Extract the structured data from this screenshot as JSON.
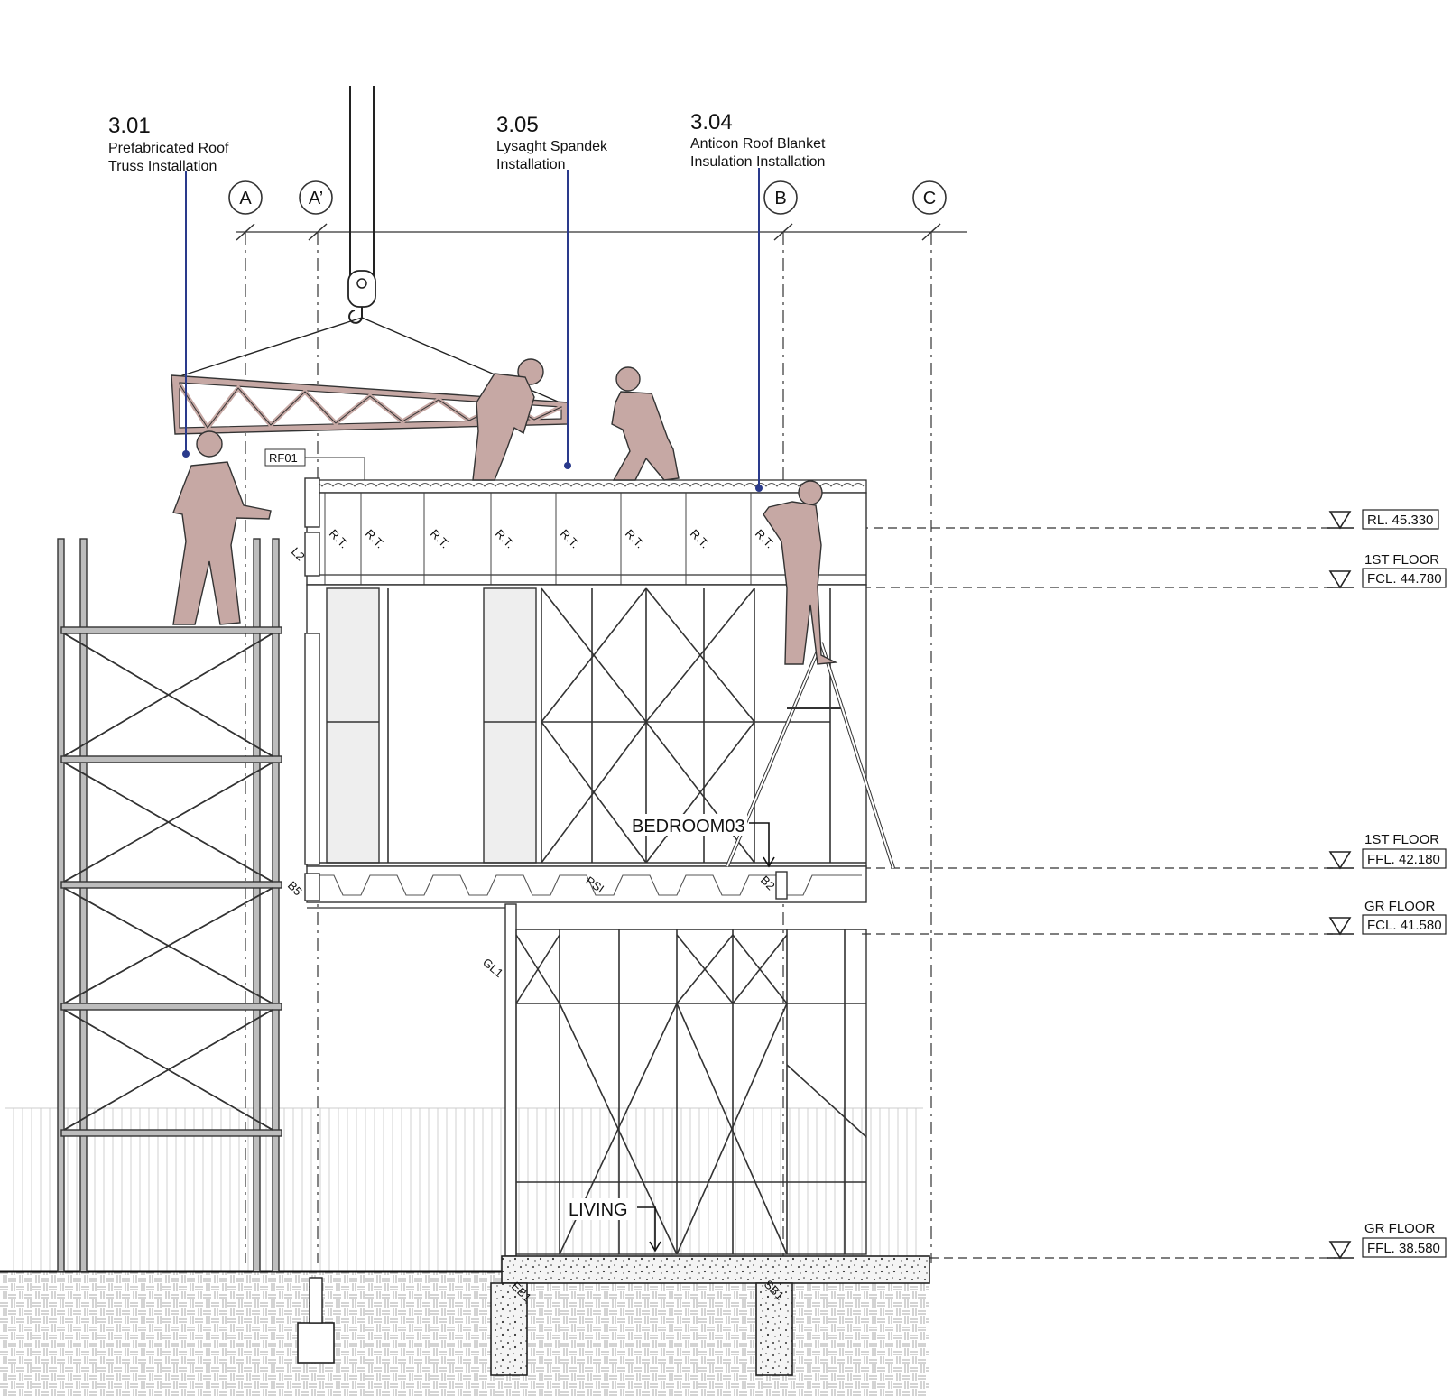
{
  "callouts": [
    {
      "number": "3.01",
      "line1": "Prefabricated Roof",
      "line2": "Truss Installation"
    },
    {
      "number": "3.05",
      "line1": "Lysaght Spandek",
      "line2": "Installation"
    },
    {
      "number": "3.04",
      "line1": "Anticon Roof Blanket",
      "line2": "Insulation Installation"
    }
  ],
  "grid_labels": [
    "A",
    "A’",
    "B",
    "C"
  ],
  "levels": [
    {
      "label": "",
      "value": "RL. 45.330"
    },
    {
      "label": "1ST FLOOR",
      "value": "FCL. 44.780"
    },
    {
      "label": "1ST FLOOR",
      "value": "FFL. 42.180"
    },
    {
      "label": "GR FLOOR",
      "value": "FCL. 41.580"
    },
    {
      "label": "GR FLOOR",
      "value": "FFL. 38.580"
    }
  ],
  "tags": {
    "rf01": "RF01",
    "l2": "L2",
    "b5": "B5",
    "psi": "PSI",
    "b2": "B2",
    "gl1": "GL1",
    "eb1": "EB1",
    "sb1": "SB1",
    "rt": "R.T."
  },
  "rooms": {
    "bedroom": "BEDROOM03",
    "living": "LIVING"
  },
  "colors": {
    "worker": "#c6a8a4",
    "leader": "#2a3a8c",
    "ink": "#333333"
  }
}
